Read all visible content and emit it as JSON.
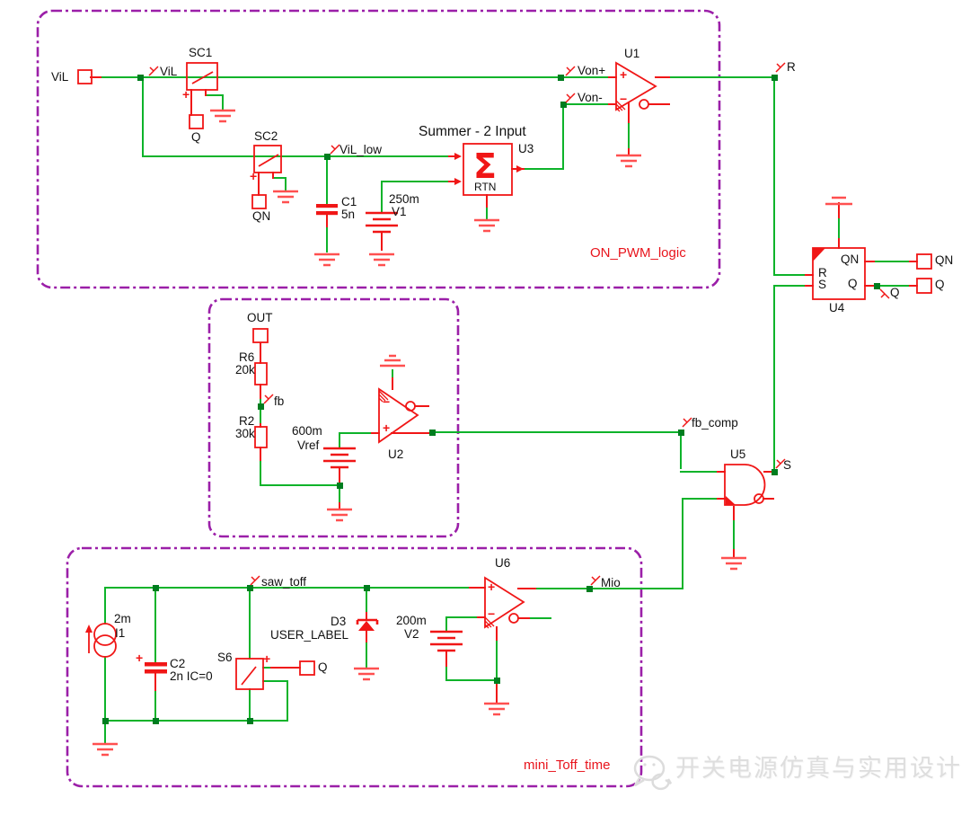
{
  "regions": {
    "on_pwm_label": "ON_PWM_logic",
    "mini_toff_label": "mini_Toff_time"
  },
  "watermark": {
    "text": "开关电源仿真与实用设计"
  },
  "colors": {
    "wire_green": "#0db32a",
    "symbol_red": "#f01616",
    "ground_red": "#ff5050",
    "junction_green": "#007d1f",
    "region_purple": "#9b1fa8",
    "label_black": "#111111",
    "region_label_red": "#e8141c",
    "watermark_gray": "#dedede"
  },
  "marks": {
    "plus": "+",
    "minus": "−",
    "sigma": "Σ"
  },
  "nets": {
    "vil": "ViL",
    "vil_low": "ViL_low",
    "von_plus": "Von+",
    "von_minus": "Von-",
    "r": "R",
    "s": "S",
    "q": "Q",
    "fb": "fb",
    "fb_comp": "fb_comp",
    "saw_toff": "saw_toff",
    "mio": "Mio"
  },
  "terminals": {
    "vil": "ViL",
    "q_top": "Q",
    "qn_top": "QN",
    "out": "OUT",
    "qn_right": "QN",
    "q_right": "Q",
    "q_bottom": "Q"
  },
  "components": {
    "sc1_ref": "SC1",
    "sc2_ref": "SC2",
    "c1_ref": "C1",
    "c1_val": "5n",
    "v1_val": "250m",
    "v1_ref": "V1",
    "u3_title": "Summer - 2 Input",
    "u3_ref": "U3",
    "u3_pin": "RTN",
    "u1_ref": "U1",
    "u2_ref": "U2",
    "u4_ref": "U4",
    "u4_pin_r": "R",
    "u4_pin_s": "S",
    "u4_pin_qn": "QN",
    "u4_pin_q": "Q",
    "u5_ref": "U5",
    "u6_ref": "U6",
    "r6_ref": "R6",
    "r6_val": "20k",
    "r2_ref": "R2",
    "r2_val": "30k",
    "vref_val": "600m",
    "vref_ref": "Vref",
    "i1_val": "2m",
    "i1_ref": "I1",
    "c2_ref": "C2",
    "c2_val": "2n IC=0",
    "s6_ref": "S6",
    "d3_ref": "D3",
    "d3_label": "USER_LABEL",
    "v2_val": "200m",
    "v2_ref": "V2"
  }
}
